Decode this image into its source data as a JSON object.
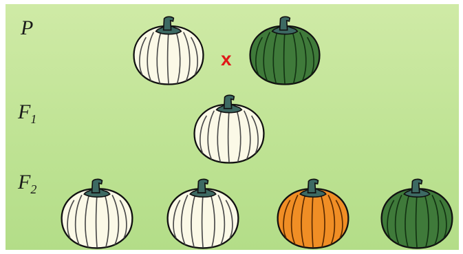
{
  "labels": {
    "p": "P",
    "f1_letter": "F",
    "f1_sub": "1",
    "f2_letter": "F",
    "f2_sub": "2"
  },
  "cross_symbol": "x",
  "colors": {
    "white": {
      "fill": "#fbf9e7",
      "rib": "#4a4a4a"
    },
    "green": {
      "fill": "#3f7a3a",
      "rib": "#123212"
    },
    "orange": {
      "fill": "#f08e25",
      "rib": "#5a2a00"
    },
    "stem": "#3d6a63",
    "cross": "#e01818"
  },
  "pumpkins": {
    "parent_1": "white",
    "parent_2": "green",
    "f1": "white",
    "f2": [
      "white",
      "white",
      "orange",
      "green"
    ]
  }
}
